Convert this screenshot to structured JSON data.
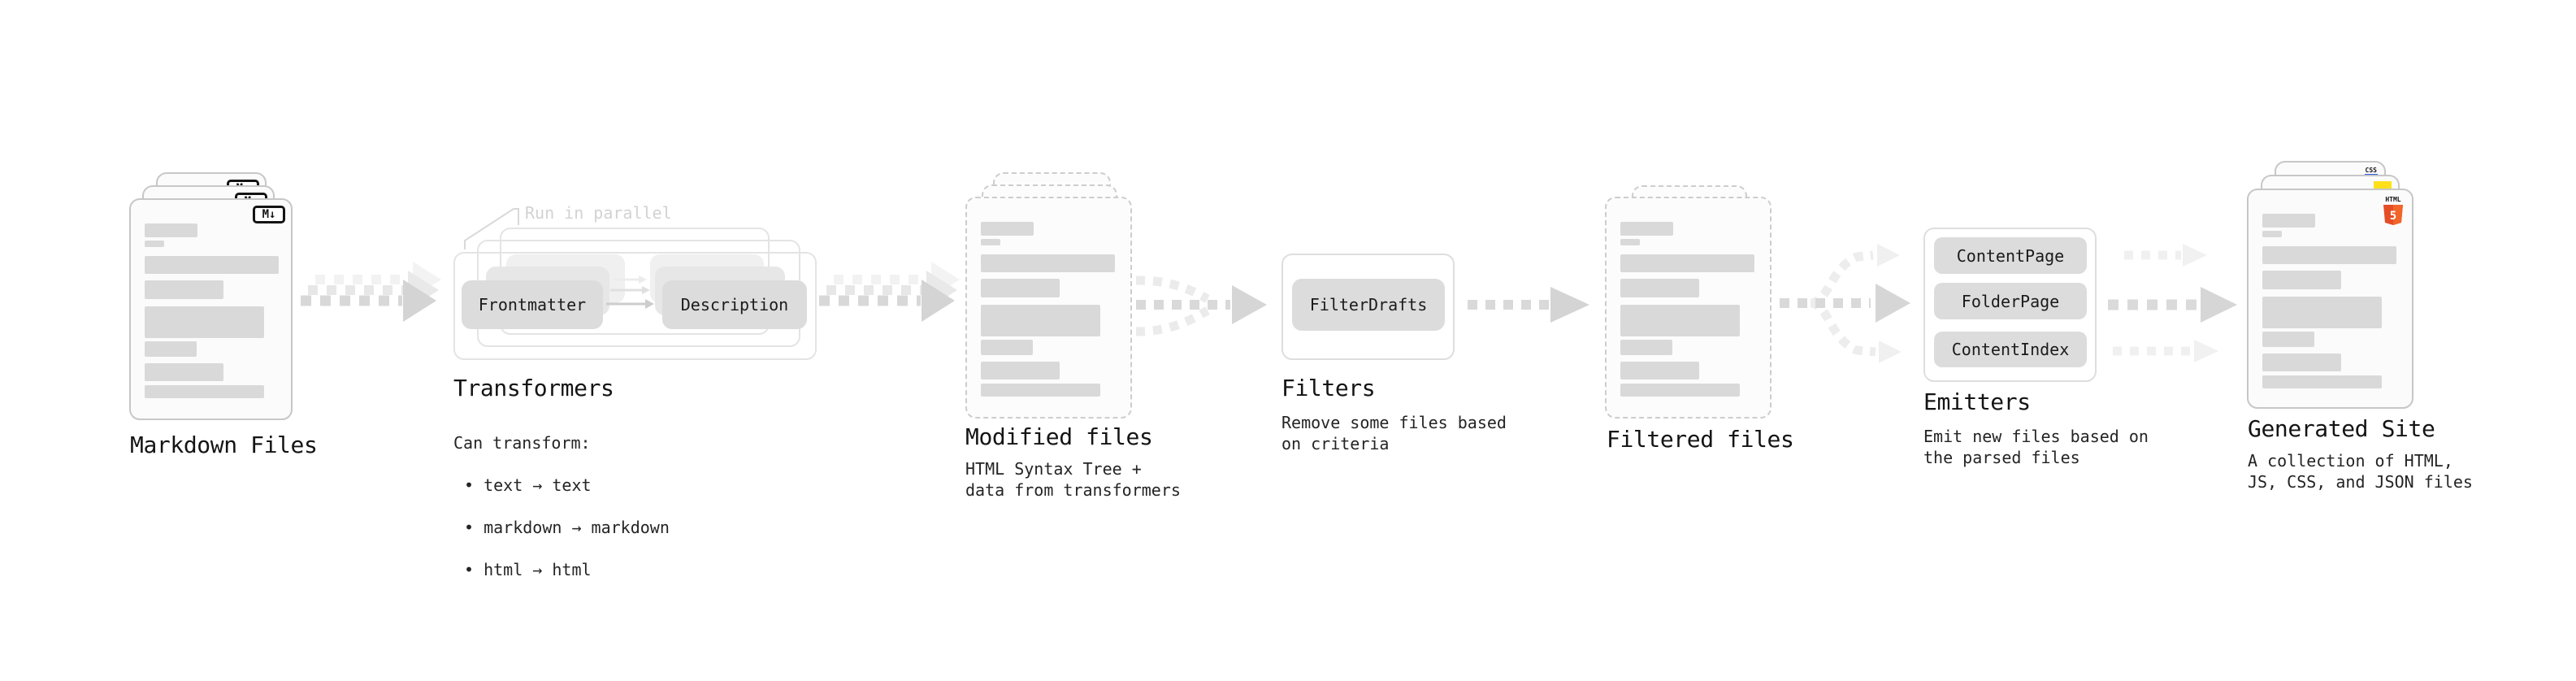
{
  "colors": {
    "card_fill": "#fbfbfb",
    "card_border": "#c7c7c7",
    "placeholder_bar": "#d9d9d9",
    "pill_fill": "#dcdcdc",
    "arrow_gray": "#d8d8d8",
    "annotation_gray": "#d2d2d2",
    "css_blue": "#2b5ce6",
    "js_yellow": "#ffe01a",
    "html5_orange": "#e44d26",
    "html5_orange_light": "#f16529"
  },
  "diagram": {
    "markdown_files": {
      "label": "Markdown Files",
      "badge": "M↓"
    },
    "transformers": {
      "annotation": "Run in parallel",
      "button_left": "Frontmatter",
      "button_right": "Description",
      "label": "Transformers",
      "desc_title": "Can transform:",
      "bullets": [
        "• text → text",
        "• markdown → markdown",
        "• html → html"
      ]
    },
    "modified_files": {
      "label": "Modified files",
      "desc": "HTML Syntax Tree +\ndata from transformers"
    },
    "filters": {
      "button": "FilterDrafts",
      "label": "Filters",
      "desc": "Remove some files based\non criteria"
    },
    "filtered_files": {
      "label": "Filtered files"
    },
    "emitters": {
      "buttons": [
        "ContentPage",
        "FolderPage",
        "ContentIndex"
      ],
      "label": "Emitters",
      "desc": "Emit new files based on\nthe parsed files"
    },
    "generated_site": {
      "label": "Generated Site",
      "badge_css": "CSS",
      "badge_html_text": "HTML",
      "badge_html_number": "5",
      "desc": "A collection of HTML,\nJS, CSS, and JSON files"
    }
  }
}
